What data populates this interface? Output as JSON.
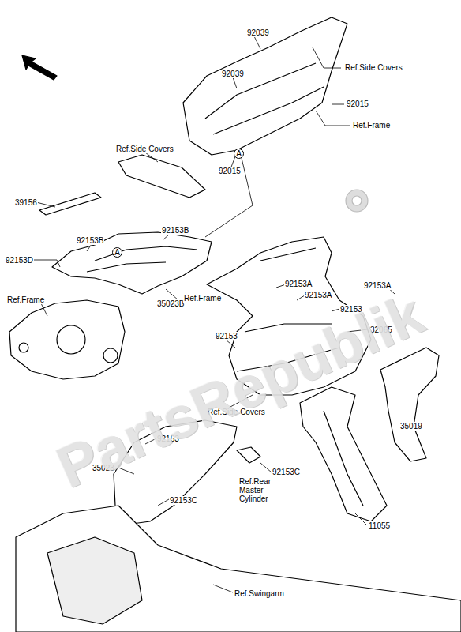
{
  "diagram": {
    "labels": [
      "92039",
      "92039",
      "Ref.Side Covers",
      "92015",
      "Ref.Frame",
      "Ref.Side Covers",
      "92015",
      "A",
      "39156",
      "92153B",
      "92153B",
      "92153D",
      "A",
      "Ref.Frame",
      "35023B",
      "92153A",
      "92153A",
      "92153A",
      "92153",
      "Ref.Frame",
      "32065",
      "92153",
      "Ref.Side Covers",
      "35019",
      "92153",
      "35023",
      "92153C",
      "92153C",
      "Ref.Rear Master Cylinder",
      "11055",
      "Ref.Swingarm",
      "PartsRepublik"
    ]
  }
}
